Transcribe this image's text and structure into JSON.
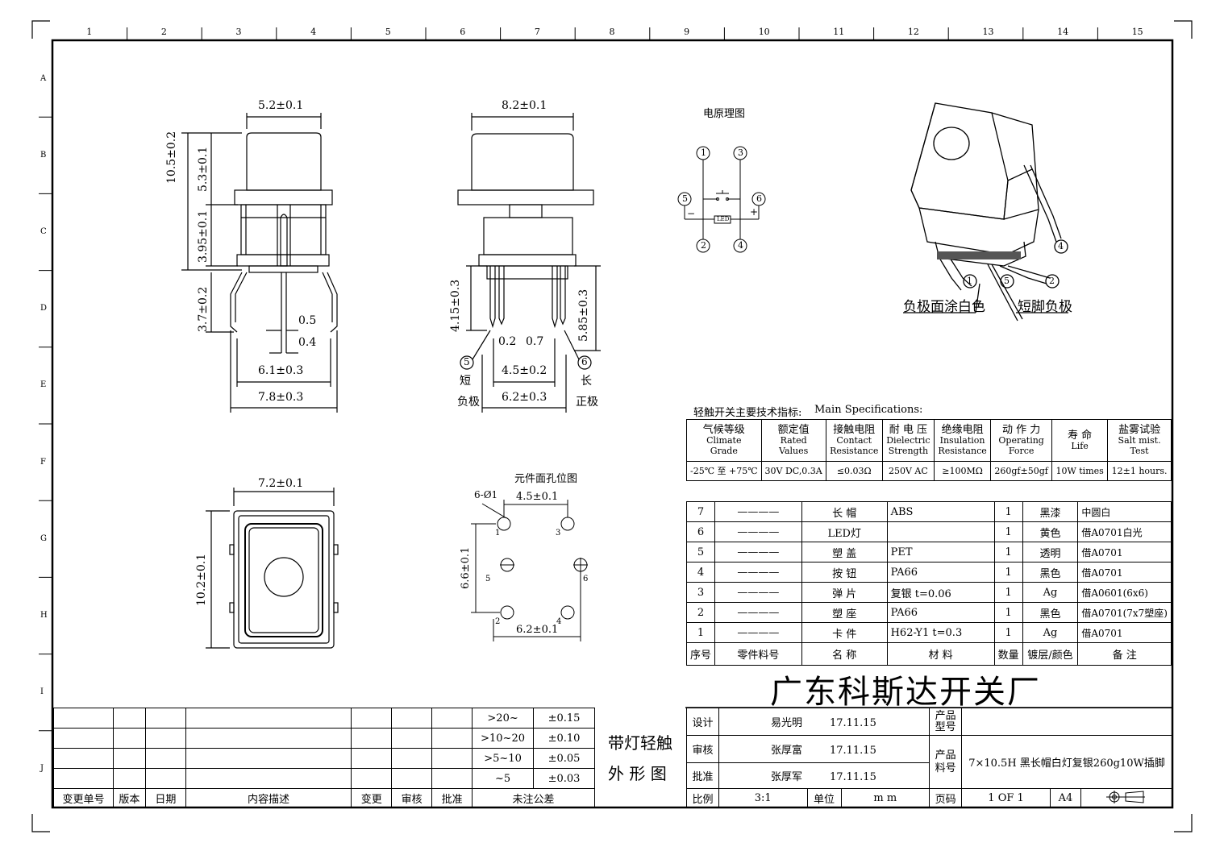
{
  "frame": {
    "top_numbers": [
      "1",
      "2",
      "3",
      "4",
      "5",
      "6",
      "7",
      "8",
      "9",
      "10",
      "11",
      "12",
      "13",
      "14",
      "15"
    ],
    "side_letters": [
      "A",
      "B",
      "C",
      "D",
      "E",
      "F",
      "G",
      "H",
      "I",
      "J"
    ]
  },
  "view_side": {
    "dim_top": "5.2±0.1",
    "dim_height_total": "10.5±0.2",
    "dim_cap": "5.3±0.1",
    "dim_body": "3.95±0.1",
    "dim_pin": "3.7±0.2",
    "dim_pin_w1": "0.5",
    "dim_pin_w2": "0.4",
    "dim_base_inner": "6.1±0.3",
    "dim_base_outer": "7.8±0.3"
  },
  "view_front": {
    "dim_top": "8.2±0.1",
    "dim_left_pin": "4.15±0.3",
    "dim_right_pin": "5.85±0.3",
    "dim_small": "0.2",
    "dim_small2": "0.7",
    "dim_spacing": "4.5±0.2",
    "dim_base": "6.2±0.3",
    "pin5_label": "5",
    "pin6_label": "6",
    "left_note_1": "短",
    "left_note_2": "负极",
    "right_note_1": "长",
    "right_note_2": "正极"
  },
  "view_top": {
    "dim_width": "7.2±0.1",
    "dim_height": "10.2±0.1"
  },
  "schematic": {
    "title": "电原理图",
    "p1": "1",
    "p2": "2",
    "p3": "3",
    "p4": "4",
    "p5": "5",
    "p6": "6",
    "minus": "−",
    "plus": "+",
    "led": "LED"
  },
  "pcb": {
    "title": "元件面孔位图",
    "holes": "6-Ø1",
    "dim_top": "4.5±0.1",
    "dim_side": "6.6±0.1",
    "dim_bottom": "6.2±0.1",
    "h1": "1",
    "h2": "2",
    "h3": "3",
    "h4": "4",
    "h5": "5",
    "h6": "6"
  },
  "iso": {
    "p1": "1",
    "p2": "2",
    "p4": "4",
    "p5": "5",
    "note_left": "负极面涂白色",
    "note_right": "短脚负极"
  },
  "specs": {
    "title_cn": "轻触开关主要技术指标:",
    "title_en": "Main Specifications:",
    "headers": [
      {
        "cn": "气候等级",
        "en1": "Climate",
        "en2": "Grade"
      },
      {
        "cn": "额定值",
        "en1": "Rated",
        "en2": "Values"
      },
      {
        "cn": "接触电阻",
        "en1": "Contact",
        "en2": "Resistance"
      },
      {
        "cn": "耐 电 压",
        "en1": "Dielectric",
        "en2": "Strength"
      },
      {
        "cn": "绝缘电阻",
        "en1": "Insulation",
        "en2": "Resistance"
      },
      {
        "cn": "动 作 力",
        "en1": "Operating",
        "en2": "Force"
      },
      {
        "cn": "寿  命",
        "en1": "Life",
        "en2": ""
      },
      {
        "cn": "盐雾试验",
        "en1": "Salt mist.",
        "en2": "Test"
      }
    ],
    "values": [
      "-25℃ 至 +75℃",
      "30V DC,0.3A",
      "≤0.03Ω",
      "250V AC",
      "≥100MΩ",
      "260gf±50gf",
      "10W times",
      "12±1 hours."
    ]
  },
  "bom": {
    "rows": [
      {
        "no": "7",
        "part": "————",
        "name": "长  帽",
        "material": "ABS",
        "qty": "1",
        "finish": "黑漆",
        "note": "中圆白"
      },
      {
        "no": "6",
        "part": "————",
        "name": "LED灯",
        "material": "",
        "qty": "1",
        "finish": "黄色",
        "note": "借A0701白光"
      },
      {
        "no": "5",
        "part": "————",
        "name": "塑  盖",
        "material": "PET",
        "qty": "1",
        "finish": "透明",
        "note": "借A0701"
      },
      {
        "no": "4",
        "part": "————",
        "name": "按  钮",
        "material": "PA66",
        "qty": "1",
        "finish": "黑色",
        "note": "借A0701"
      },
      {
        "no": "3",
        "part": "————",
        "name": "弹  片",
        "material": "复银 t=0.06",
        "qty": "1",
        "finish": "Ag",
        "note": "借A0601(6x6)"
      },
      {
        "no": "2",
        "part": "————",
        "name": "塑  座",
        "material": "PA66",
        "qty": "1",
        "finish": "黑色",
        "note": "借A0701(7x7塑座)"
      },
      {
        "no": "1",
        "part": "————",
        "name": "卡  件",
        "material": "H62-Y1 t=0.3",
        "qty": "1",
        "finish": "Ag",
        "note": "借A0701"
      }
    ],
    "header": {
      "no": "序号",
      "part": "零件料号",
      "name": "名  称",
      "material": "材     料",
      "qty": "数量",
      "finish": "镀层/颜色",
      "note": "备  注"
    }
  },
  "title_block": {
    "company": "广东科斯达开关厂",
    "drawing_name_1": "带灯轻触",
    "drawing_name_2": "外 形 图",
    "design_label": "设计",
    "designer": "易光明",
    "design_date": "17.11.15",
    "review_label": "审核",
    "reviewer": "张厚富",
    "review_date": "17.11.15",
    "approve_label": "批准",
    "approver": "张厚军",
    "approve_date": "17.11.15",
    "scale_label": "比例",
    "scale": "3:1",
    "unit_label": "单位",
    "unit": "m m",
    "page_label": "页码",
    "page": "1 OF 1",
    "size": "A4",
    "model_label_1": "产品",
    "model_label_2": "型号",
    "part_label_1": "产品",
    "part_label_2": "料号",
    "part_number": "7×10.5H 黑长帽白灯复银260g10W插脚"
  },
  "tolerance": {
    "rows": [
      {
        "range": ">20~",
        "tol": "±0.15"
      },
      {
        "range": ">10~20",
        "tol": "±0.10"
      },
      {
        "range": ">5~10",
        "tol": "±0.05"
      },
      {
        "range": "~5",
        "tol": "±0.03"
      }
    ],
    "footer": "未注公差"
  },
  "revision": {
    "headers": [
      "变更单号",
      "版本",
      "日期",
      "内容描述",
      "变更",
      "审核",
      "批准"
    ]
  }
}
